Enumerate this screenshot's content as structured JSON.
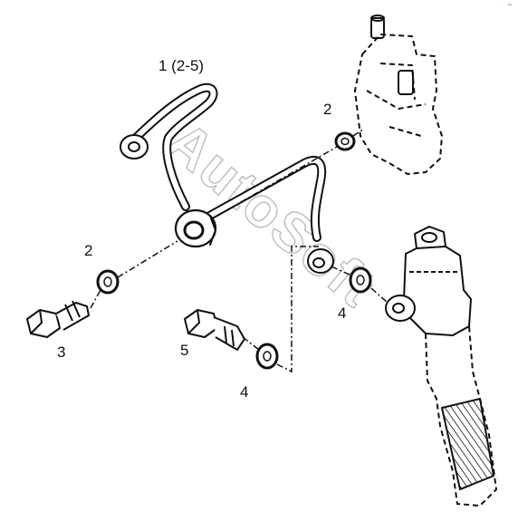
{
  "callouts": {
    "pipe_assembly": "1 (2-5)",
    "seal_upper": "2",
    "seal_left": "2",
    "bolt_left": "3",
    "seal_right": "4",
    "seal_lower": "4",
    "bolt_lower": "5"
  },
  "watermark": "AutoSoft",
  "corner_mark": "~"
}
